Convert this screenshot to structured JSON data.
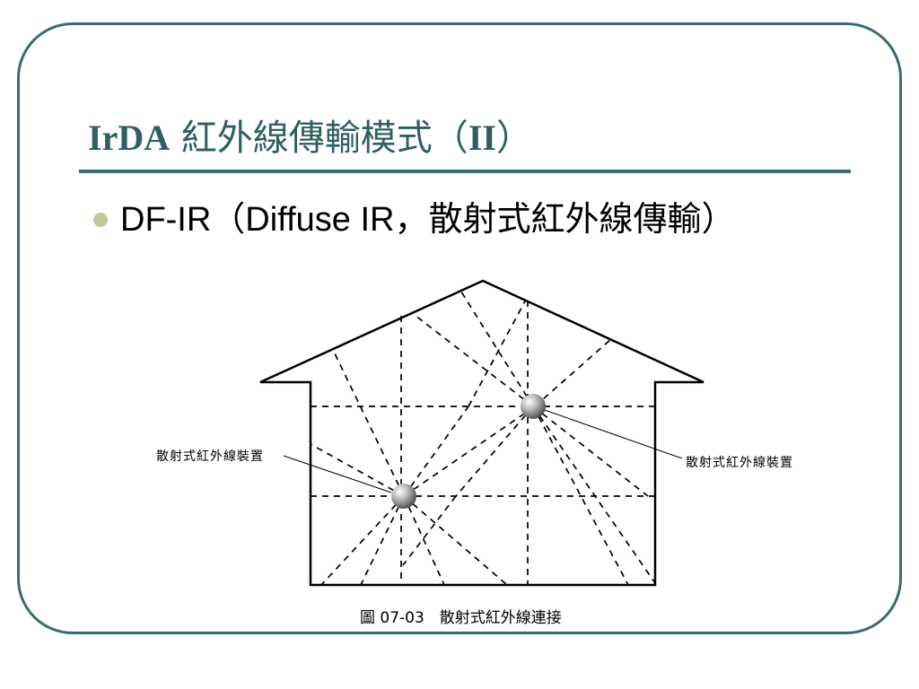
{
  "slide": {
    "title_latin": "IrDA",
    "title_cjk": " 紅外線傳輸模式（",
    "title_roman": "II",
    "title_close": "）",
    "bullet": "DF-IR（Diffuse IR，散射式紅外線傳輸）"
  },
  "diagram": {
    "left_device_label": "散射式紅外線裝置",
    "right_device_label": "散射式紅外線裝置",
    "caption": "圖 07-03　散射式紅外線連接"
  },
  "colors": {
    "frame": "#3b6b70",
    "title": "#2f5f62",
    "bullet_dot": "#c4c79a"
  }
}
